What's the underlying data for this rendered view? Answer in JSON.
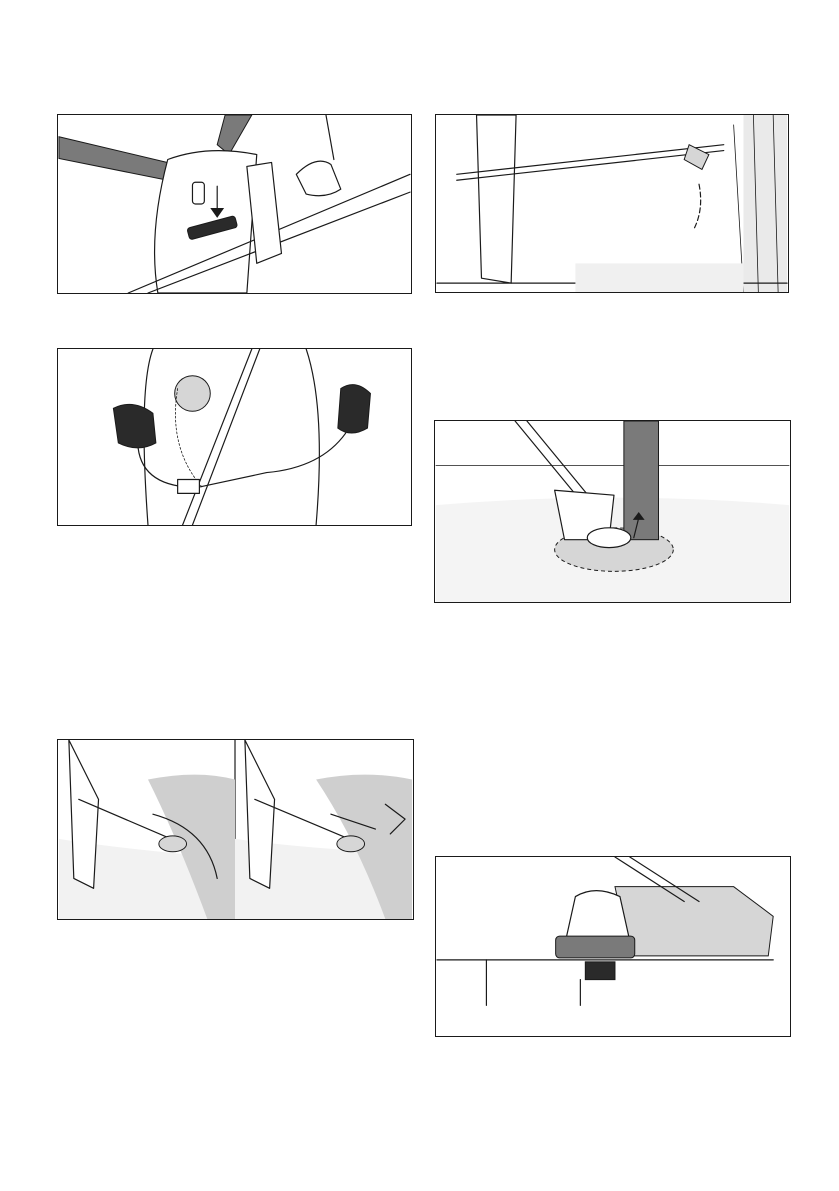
{
  "figures": [
    {
      "id": "harness",
      "icons": [
        "harness-strap",
        "carabiner-hook",
        "down-arrow-icon",
        "suspension-ring-holes"
      ]
    },
    {
      "id": "handles",
      "icons": [
        "bike-handle",
        "gloved-hand",
        "control-cable"
      ]
    },
    {
      "id": "mowing",
      "panels": 2,
      "icons": [
        "operator",
        "grass-cutting-head",
        "swing-arrow-icon"
      ]
    },
    {
      "id": "tree",
      "icons": [
        "operator",
        "brush-cutter-shaft",
        "dashed-arrow-icon",
        "vegetation"
      ]
    },
    {
      "id": "trunk",
      "icons": [
        "tree-trunk",
        "mowing-head",
        "up-arrow-icon",
        "grass"
      ]
    },
    {
      "id": "blade",
      "icons": [
        "deflector-guard",
        "gearbox-head",
        "cutting-blade",
        "thrust-collar"
      ]
    }
  ],
  "colors": {
    "line": "#1a1a1a",
    "gray": "#7a7a7a",
    "light": "#d6d6d6",
    "paper": "#ffffff"
  }
}
